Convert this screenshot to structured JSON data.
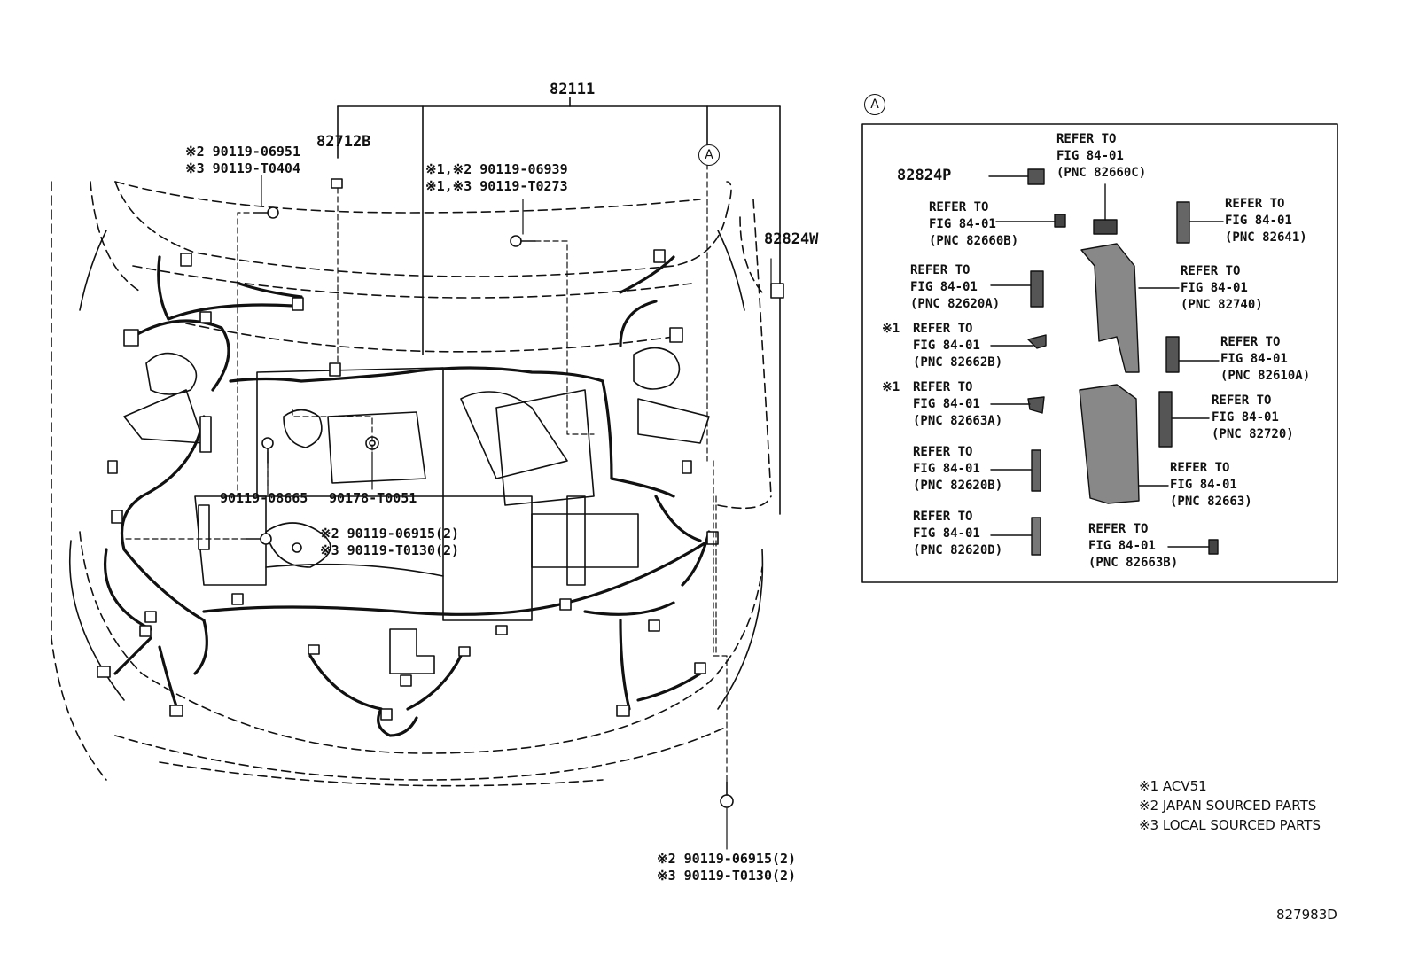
{
  "main_part": "82111",
  "parts": {
    "p82712b": "82712B",
    "p82824w": "82824W",
    "p82824p": "82824P",
    "callout_a": "A",
    "bolt_top_left": [
      "※2 90119-06951",
      "※3 90119-T0404"
    ],
    "bolt_top_mid": [
      "※1,※2 90119-06939",
      "※1,※3 90119-T0273"
    ],
    "bolt_90119_08665": "90119-08665",
    "bolt_90178_t0051": "90178-T0051",
    "bolt_mid": [
      "※2 90119-06915(2)",
      "※3 90119-T0130(2)"
    ],
    "bolt_bottom": [
      "※2 90119-06915(2)",
      "※3 90119-T0130(2)"
    ]
  },
  "inset": {
    "label": "A",
    "refs": [
      {
        "id": "r82660c",
        "lines": [
          "REFER TO",
          "FIG 84-01",
          "(PNC 82660C)"
        ]
      },
      {
        "id": "r82660b",
        "lines": [
          "REFER TO",
          "FIG 84-01",
          "(PNC 82660B)"
        ]
      },
      {
        "id": "r82641",
        "lines": [
          "REFER TO",
          "FIG 84-01",
          "(PNC 82641)"
        ]
      },
      {
        "id": "r82620a",
        "lines": [
          "REFER TO",
          "FIG 84-01",
          "(PNC 82620A)"
        ]
      },
      {
        "id": "r82740",
        "lines": [
          "REFER TO",
          "FIG 84-01",
          "(PNC 82740)"
        ]
      },
      {
        "id": "r82662b",
        "lines": [
          "REFER TO",
          "FIG 84-01",
          "(PNC 82662B)"
        ],
        "mark": "※1"
      },
      {
        "id": "r82610a",
        "lines": [
          "REFER TO",
          "FIG 84-01",
          "(PNC 82610A)"
        ]
      },
      {
        "id": "r82663a",
        "lines": [
          "REFER TO",
          "FIG 84-01",
          "(PNC 82663A)"
        ],
        "mark": "※1"
      },
      {
        "id": "r82720",
        "lines": [
          "REFER TO",
          "FIG 84-01",
          "(PNC 82720)"
        ]
      },
      {
        "id": "r82620b",
        "lines": [
          "REFER TO",
          "FIG 84-01",
          "(PNC 82620B)"
        ]
      },
      {
        "id": "r82663",
        "lines": [
          "REFER TO",
          "FIG 84-01",
          "(PNC 82663)"
        ]
      },
      {
        "id": "r82620d",
        "lines": [
          "REFER TO",
          "FIG 84-01",
          "(PNC 82620D)"
        ]
      },
      {
        "id": "r82663b",
        "lines": [
          "REFER TO",
          "FIG 84-01",
          "(PNC 82663B)"
        ]
      }
    ]
  },
  "legend": [
    "※1 ACV51",
    "※2 JAPAN SOURCED PARTS",
    "※3 LOCAL SOURCED PARTS"
  ],
  "drawing_number": "827983D"
}
